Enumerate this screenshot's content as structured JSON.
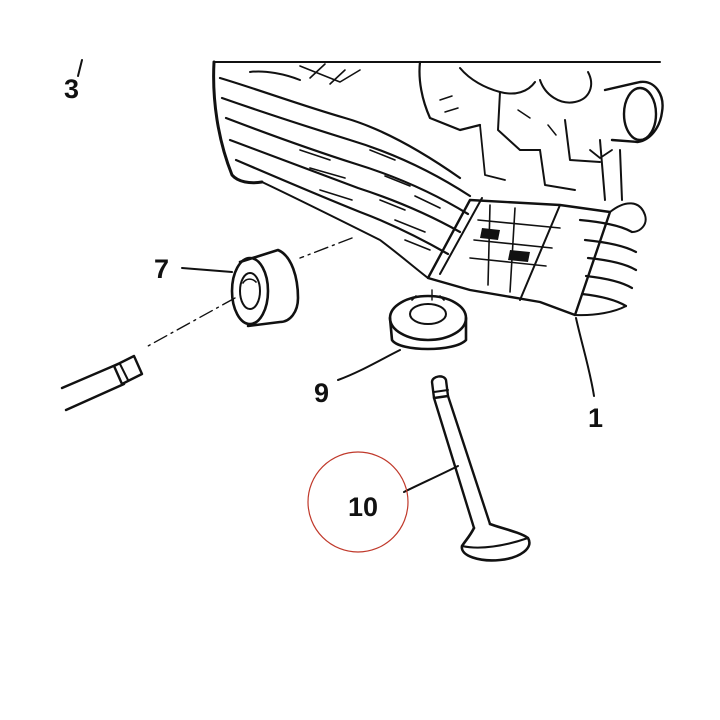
{
  "callouts": {
    "label_3": "3",
    "label_7": "7",
    "label_9": "9",
    "label_1": "1",
    "label_10": "10"
  },
  "colors": {
    "ink": "#111111",
    "highlight_circle": "#c0392b",
    "background": "#ffffff"
  }
}
